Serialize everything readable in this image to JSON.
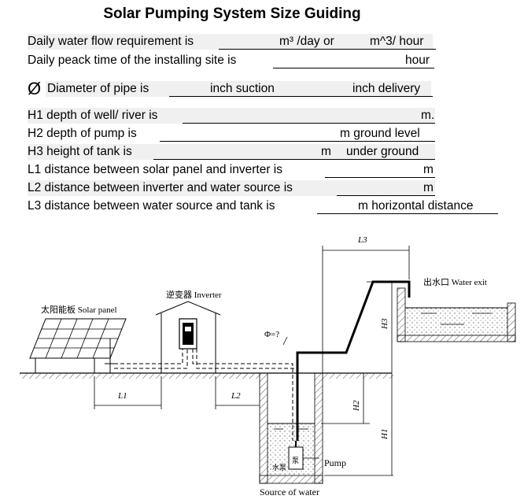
{
  "title": "Solar Pumping System Size Guiding",
  "form": {
    "daily_flow": {
      "label": "Daily water flow requirement is",
      "unit1": "m³ /day or",
      "unit2": "m^3/ hour"
    },
    "peak_time": {
      "label": "Daily peack time of the installing site is",
      "unit": "hour"
    },
    "pipe": {
      "symbol": "Ø",
      "label": "Diameter of pipe is",
      "unit1": "inch suction",
      "unit2": "inch delivery"
    },
    "h1": {
      "label": "H1 depth of well/ river is",
      "unit": "m."
    },
    "h2": {
      "label": "H2 depth of pump is",
      "unit": "m ground level"
    },
    "h3": {
      "label": "H3 height of tank is",
      "unit1": "m",
      "unit2": "under ground"
    },
    "l1": {
      "label": "L1 distance between solar panel and inverter is",
      "unit": "m"
    },
    "l2": {
      "label": "L2 distance between inverter and water source is",
      "unit": "m"
    },
    "l3": {
      "label": "L3 distance between water source and tank is",
      "unit": "m horizontal distance"
    }
  },
  "diagram": {
    "solar_panel": "太阳能板 Solar panel",
    "inverter": "逆变器 Inverter",
    "water_exit": "出水口 Water exit",
    "phi": "Φ=?",
    "pump": "Pump",
    "pump_cn": "水泵",
    "pump_body_cn": "泵",
    "source": "Source of water",
    "l1": "L1",
    "l2": "L2",
    "l3": "L3",
    "h1": "H1",
    "h2": "H2",
    "h3": "H3"
  }
}
